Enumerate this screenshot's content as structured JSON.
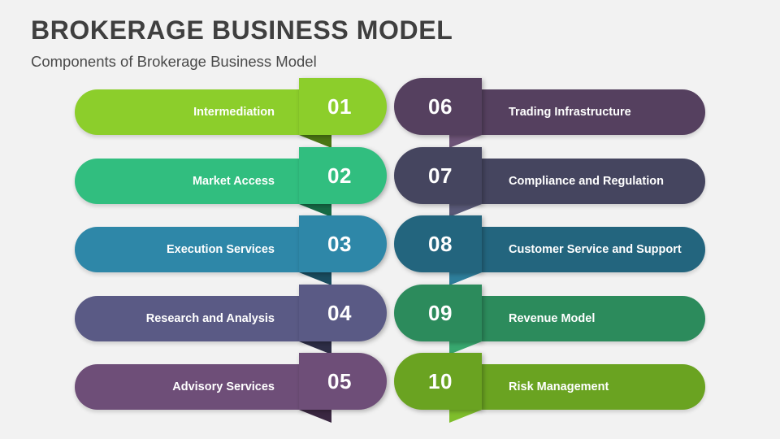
{
  "header": {
    "title": "BROKERAGE BUSINESS MODEL",
    "subtitle": "Components of Brokerage Business Model"
  },
  "background_color": "#f2f2f2",
  "left_column": [
    {
      "number": "01",
      "label": "Intermediation",
      "main_color": "#8CCE2B",
      "overlap_color": "#66A01E",
      "fold_color": "#4A7714",
      "badge_color": "#8CCE2B"
    },
    {
      "number": "02",
      "label": "Market Access",
      "main_color": "#31BE7F",
      "overlap_color": "#239160",
      "fold_color": "#176B46",
      "badge_color": "#31BE7F"
    },
    {
      "number": "03",
      "label": "Execution Services",
      "main_color": "#2E87A8",
      "overlap_color": "#256A82",
      "fold_color": "#1A4D60",
      "badge_color": "#2E87A8"
    },
    {
      "number": "04",
      "label": "Research and Analysis",
      "main_color": "#5A5A85",
      "overlap_color": "#434365",
      "fold_color": "#2E2E47",
      "badge_color": "#5A5A85"
    },
    {
      "number": "05",
      "label": "Advisory Services",
      "main_color": "#6E4E78",
      "overlap_color": "#553B5D",
      "fold_color": "#3B2842",
      "badge_color": "#6E4E78"
    }
  ],
  "right_column": [
    {
      "number": "06",
      "label": "Trading Infrastructure",
      "main_color": "#55405F",
      "overlap_color": "#3A2B42",
      "fold_color": "#6E5478",
      "badge_color": "#55405F"
    },
    {
      "number": "07",
      "label": "Compliance and Regulation",
      "main_color": "#45455F",
      "overlap_color": "#2B2B40",
      "fold_color": "#5A5A78",
      "badge_color": "#45455F"
    },
    {
      "number": "08",
      "label": "Customer Service and Support",
      "main_color": "#23657E",
      "overlap_color": "#164B60",
      "fold_color": "#2E7E9B",
      "badge_color": "#23657E"
    },
    {
      "number": "09",
      "label": "Revenue Model",
      "main_color": "#2C8B5C",
      "overlap_color": "#1C6942",
      "fold_color": "#38A86F",
      "badge_color": "#2C8B5C"
    },
    {
      "number": "10",
      "label": "Risk Management",
      "main_color": "#6AA321",
      "overlap_color": "#4E7B16",
      "fold_color": "#7FBE2C",
      "badge_color": "#6AA321"
    }
  ],
  "row_tops": [
    96,
    181,
    265,
    350,
    434
  ]
}
